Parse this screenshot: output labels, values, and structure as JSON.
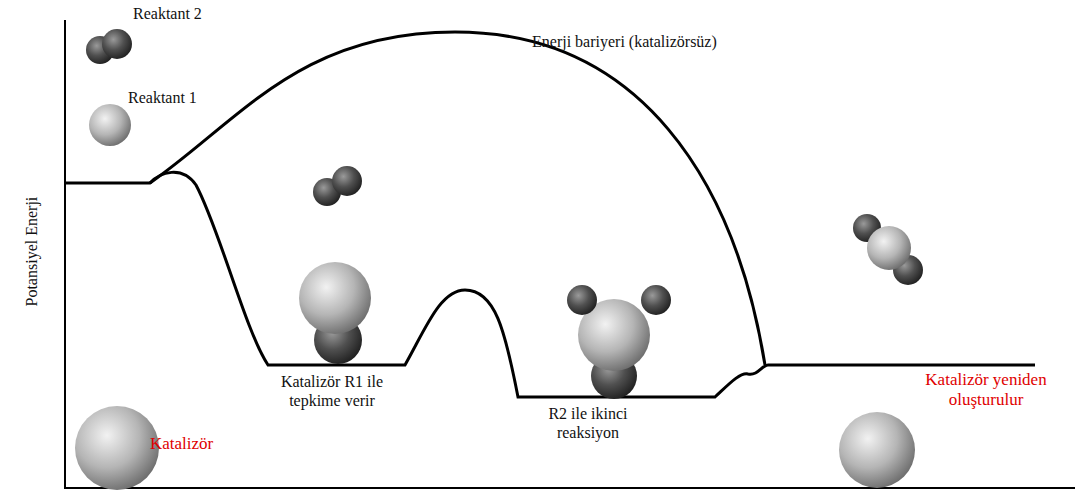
{
  "diagram": {
    "labels": [
      "Reaktant  2",
      "Reaktant  1",
      "Enerji bariyeri (katalizörsüz)",
      "Potansiyel Enerji",
      "Katalizör",
      "Katalizör R1 ile tepkime verir",
      "R2 ile ikinci reaksiyon",
      "Katalizör yeniden oluşturulur"
    ]
  }
}
